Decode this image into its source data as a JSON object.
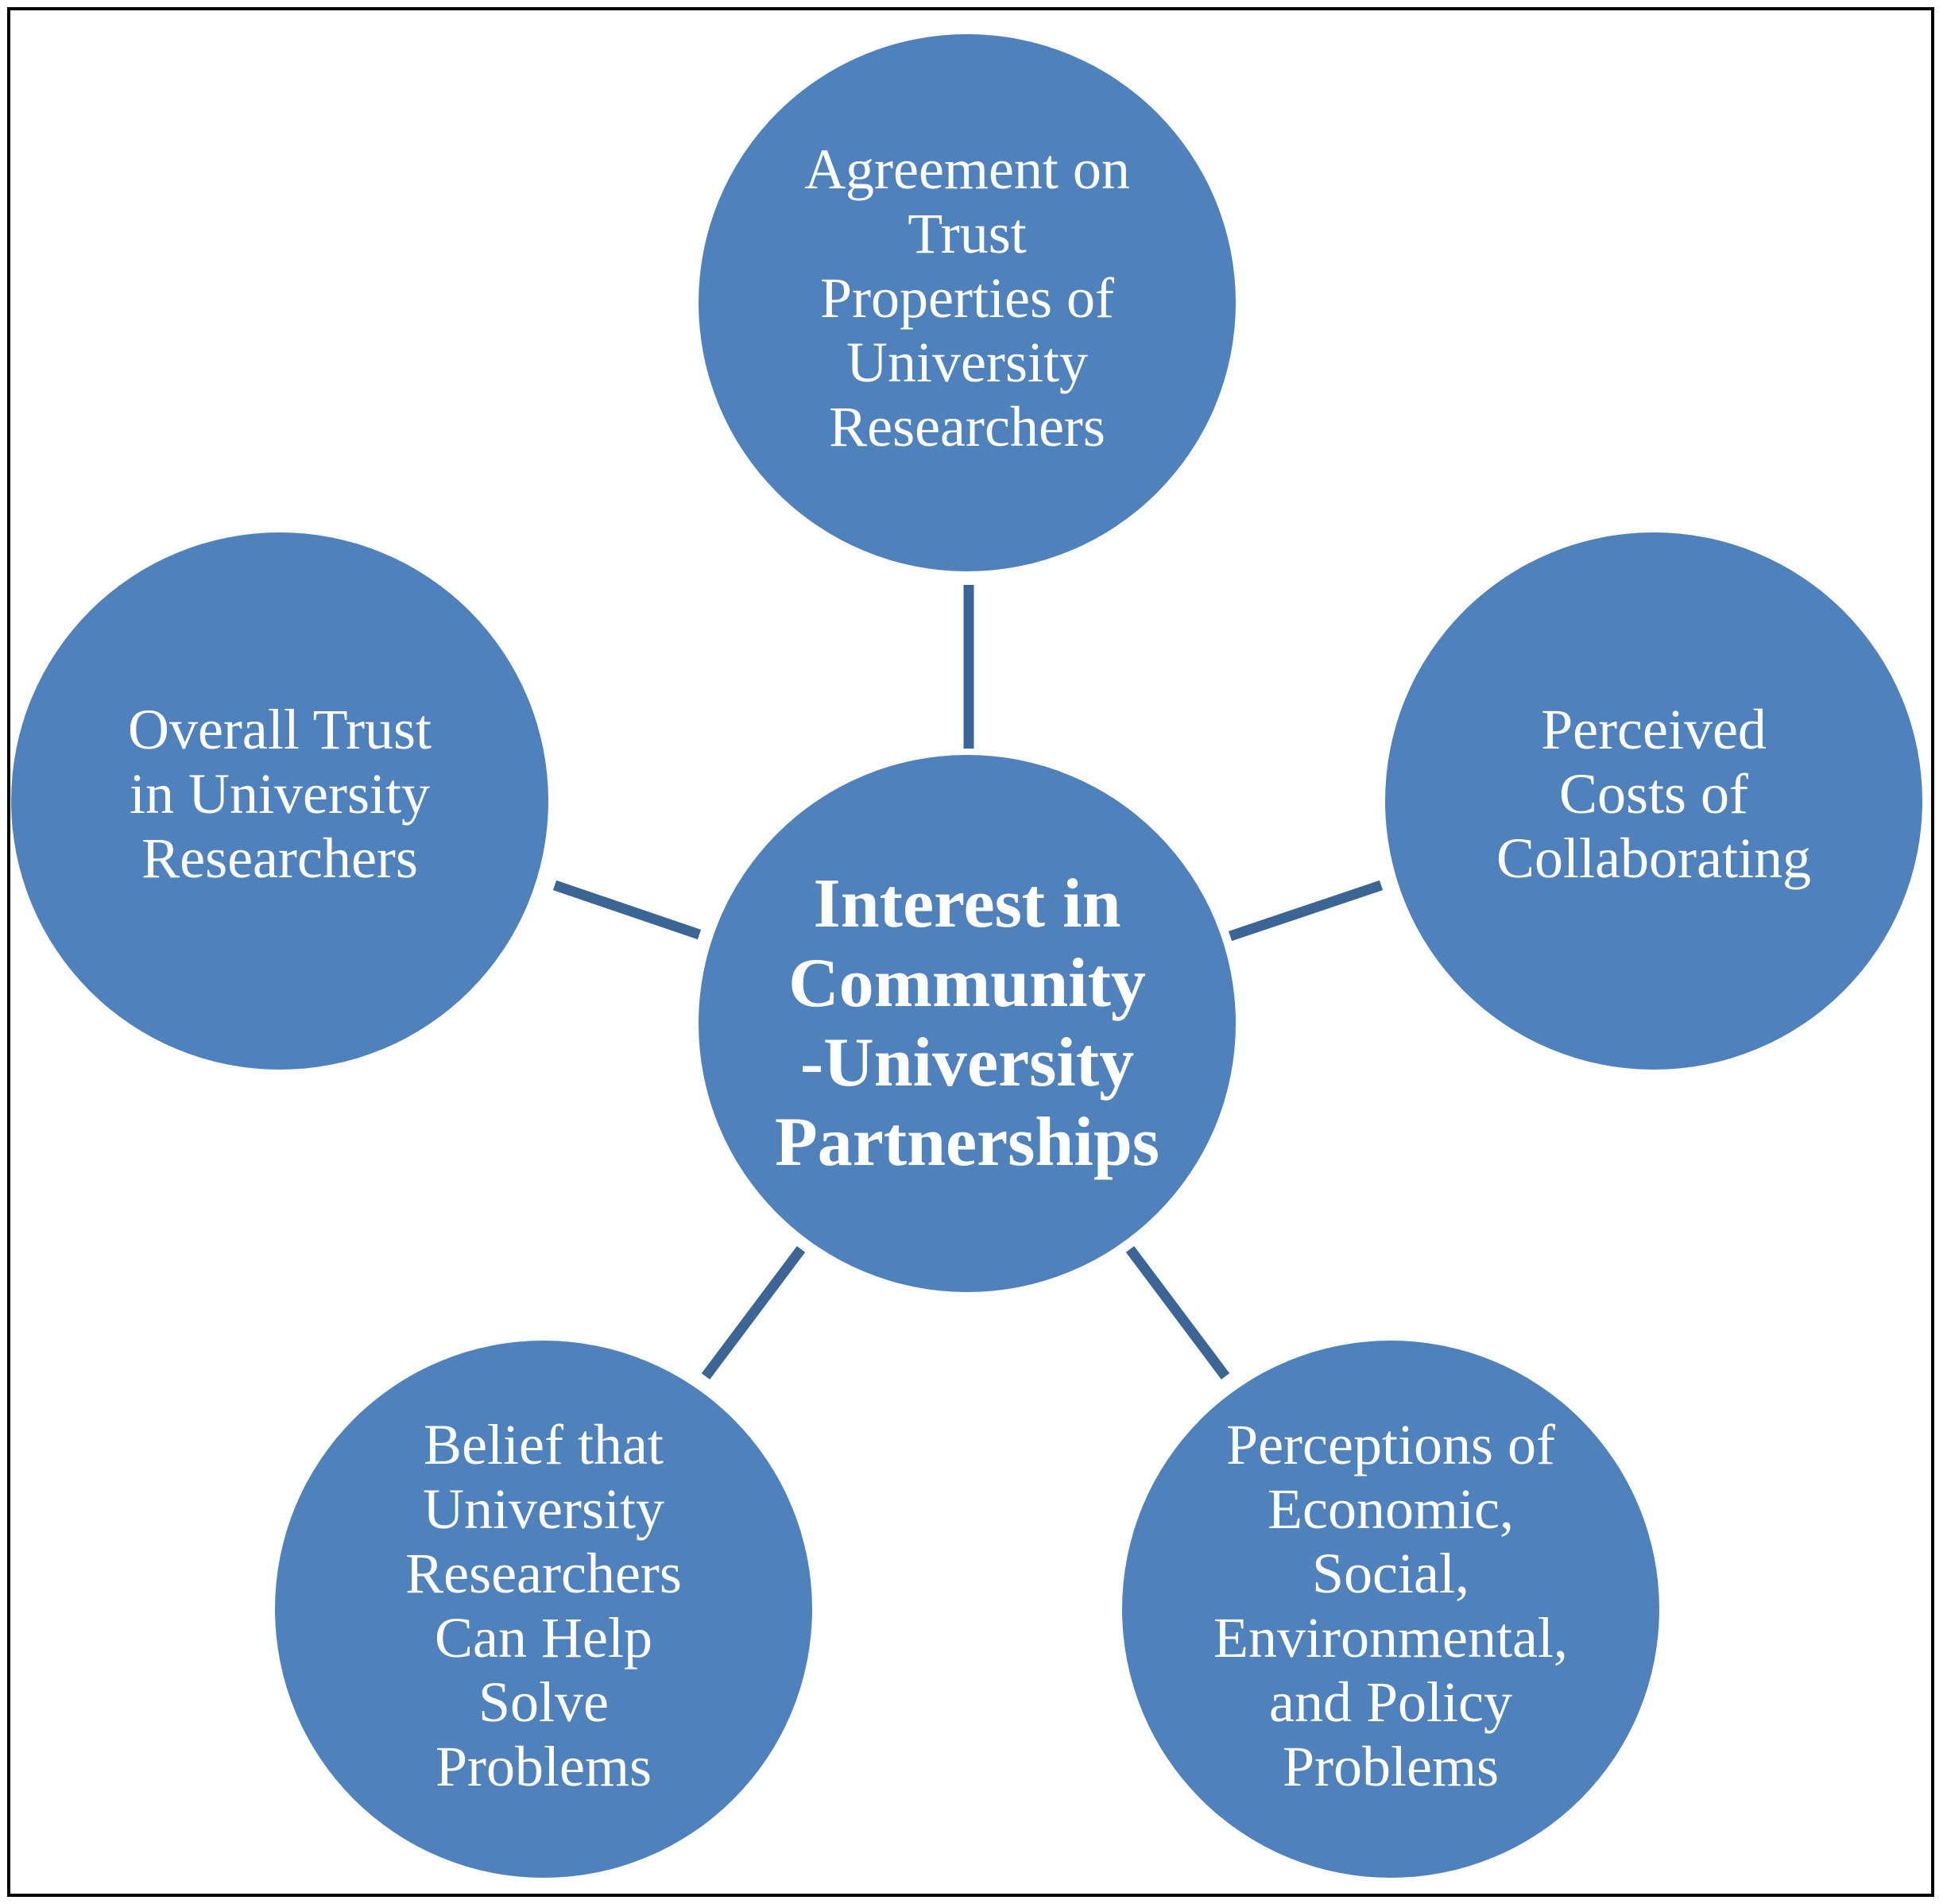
{
  "diagram": {
    "colors": {
      "node_fill": "#4f81bd",
      "connector": "#3b6594",
      "text": "#ffffff",
      "border": "#000000"
    },
    "center": {
      "id": "interest",
      "lines": [
        "Interest in",
        "Community",
        "-University",
        "Partnerships"
      ]
    },
    "nodes": [
      {
        "id": "agreement",
        "lines": [
          "Agreement on",
          "Trust",
          "Properties of",
          "University",
          "Researchers"
        ]
      },
      {
        "id": "costs",
        "lines": [
          "Perceived",
          "Costs of",
          "Collaborating"
        ]
      },
      {
        "id": "perceptions",
        "lines": [
          "Perceptions of",
          "Economic,",
          "Social,",
          "Environmental,",
          "and Policy",
          "Problems"
        ]
      },
      {
        "id": "belief",
        "lines": [
          "Belief that",
          "University",
          "Researchers",
          "Can Help",
          "Solve",
          "Problems"
        ]
      },
      {
        "id": "overall-trust",
        "lines": [
          "Overall Trust",
          "in University",
          "Researchers"
        ]
      }
    ]
  }
}
